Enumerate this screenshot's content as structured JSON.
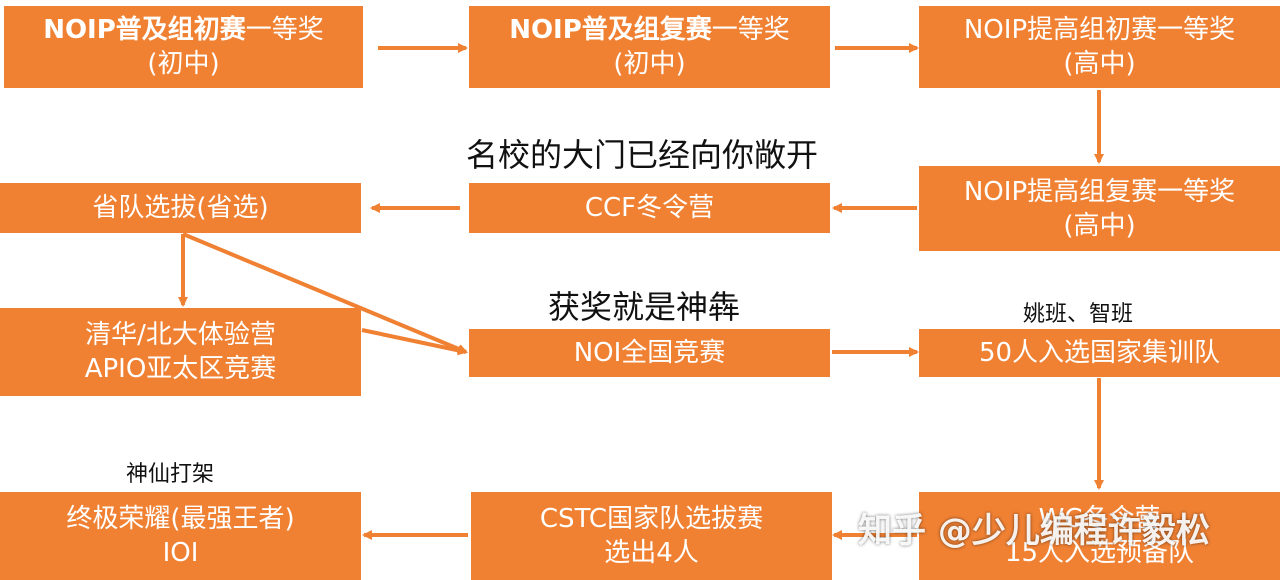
{
  "colors": {
    "box": "#f08133",
    "arrow": "#f08133",
    "text": "#ffffff"
  },
  "boxes": {
    "b1": {
      "bold": "NOIP普及组初赛",
      "rest": "一等奖",
      "line2": "(初中)"
    },
    "b2": {
      "bold": "NOIP普及组复赛",
      "rest": "一等奖",
      "line2": "(初中)"
    },
    "b3": {
      "line1": "NOIP提高组初赛一等奖",
      "line2": "(高中)"
    },
    "b4": {
      "line1": "NOIP提高组复赛一等奖",
      "line2": "(高中)"
    },
    "b5": {
      "line1": "CCF冬令营"
    },
    "b6": {
      "line1": "省队选拔(省选)"
    },
    "b7": {
      "line1": "清华/北大体验营",
      "line2": "APIO亚太区竞赛"
    },
    "b8": {
      "line1": "NOI全国竞赛"
    },
    "b9": {
      "line1": "50人入选国家集训队"
    },
    "b10": {
      "line1": "WC冬令营",
      "line2": "15人入选预备队"
    },
    "b11": {
      "line1": "CSTC国家队选拔赛",
      "line2": "选出4人"
    },
    "b12": {
      "line1": "终极荣耀(最强王者)",
      "line2": "IOI"
    }
  },
  "notes": {
    "famous_schools": "名校的大门已经向你敞开",
    "award_god": "获奖就是神犇",
    "yao_class": "姚班、智班",
    "gods_fight": "神仙打架"
  },
  "watermark": "知乎 @少儿编程许毅松"
}
